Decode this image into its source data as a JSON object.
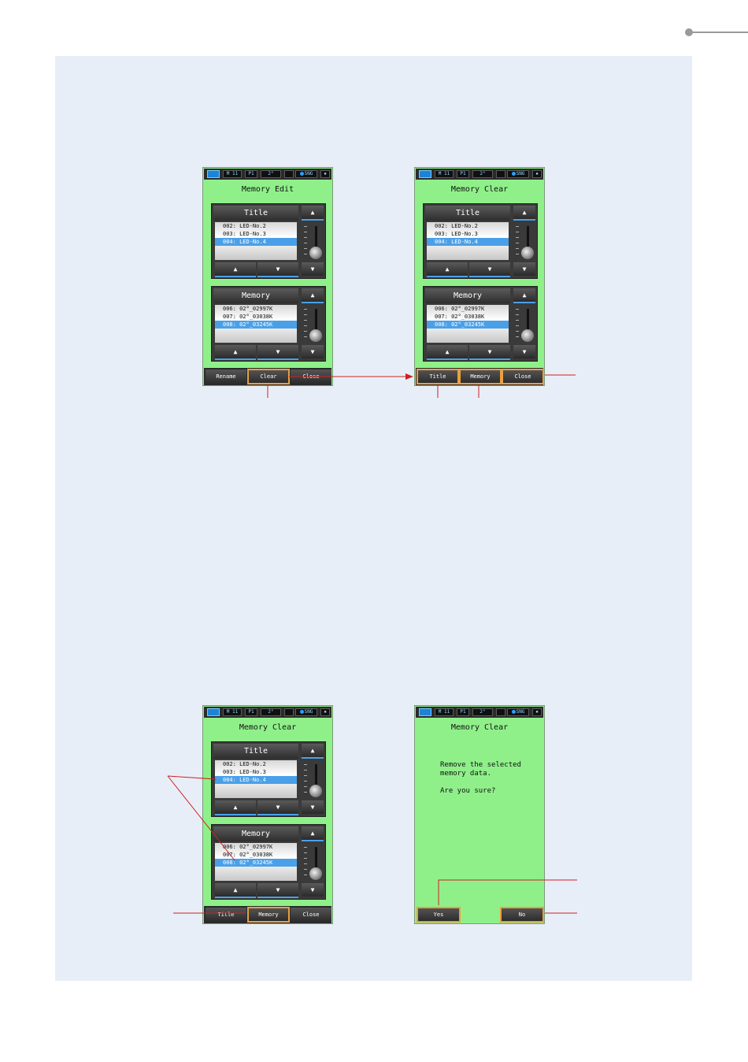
{
  "status_bar": {
    "mode": "M 11",
    "program": "P1",
    "angle": "2°",
    "measure": "SNG"
  },
  "screens": [
    {
      "title": "Memory Edit",
      "title_list": {
        "header": "Title",
        "rows": [
          "002: LED-No.2",
          "003: LED-No.3",
          "004: LED-No.4"
        ],
        "selected": 2
      },
      "memory_list": {
        "header": "Memory",
        "rows": [
          "006: 02°_02997K",
          "007: 02°_03038K",
          "008: 02°_03245K"
        ],
        "selected": 2
      },
      "buttons": [
        "Rename",
        "Clear",
        "Close"
      ],
      "highlighted": 1
    },
    {
      "title": "Memory Clear",
      "title_list": {
        "header": "Title",
        "rows": [
          "002: LED-No.2",
          "003: LED-No.3",
          "004: LED-No.4"
        ],
        "selected": 2
      },
      "memory_list": {
        "header": "Memory",
        "rows": [
          "006: 02°_02997K",
          "007: 02°_03038K",
          "008: 02°_03245K"
        ],
        "selected": 2
      },
      "buttons": [
        "Title",
        "Memory",
        "Close"
      ],
      "highlighted": [
        0,
        1,
        2
      ]
    },
    {
      "title": "Memory Clear",
      "title_list": {
        "header": "Title",
        "rows": [
          "002: LED-No.2",
          "003: LED-No.3",
          "004: LED-No.4"
        ],
        "selected": 2
      },
      "memory_list": {
        "header": "Memory",
        "rows": [
          "006: 02°_02997K",
          "007: 02°_03038K",
          "008: 02°_03245K"
        ],
        "selected": 2
      },
      "buttons": [
        "Title",
        "Memory",
        "Close"
      ],
      "highlighted": 1
    },
    {
      "title": "Memory Clear",
      "message": "Remove the selected\nmemory data.\n\nAre you sure?",
      "buttons": [
        "Yes",
        "No"
      ]
    }
  ],
  "colors": {
    "accent": "#cc2222",
    "screen_bg": "#8ff08a",
    "selection": "#4aa0e8",
    "highlight": "#e8a040"
  },
  "icons": {
    "scroll_top": "▲",
    "scroll_up": "▲",
    "scroll_down": "▼",
    "scroll_bottom": "▼"
  }
}
